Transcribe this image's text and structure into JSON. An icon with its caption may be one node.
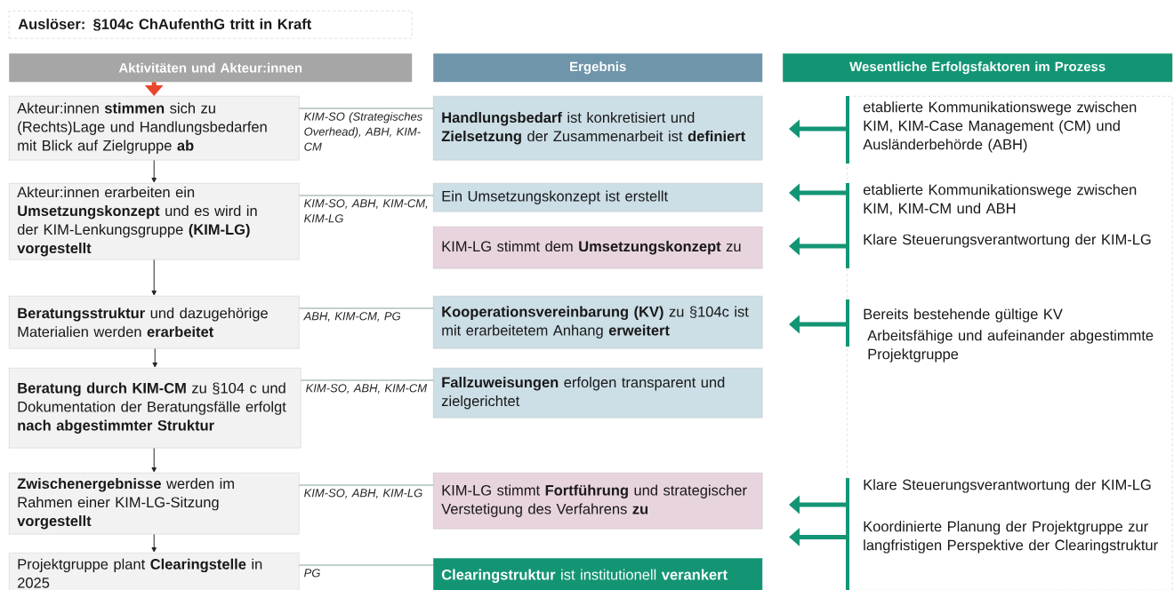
{
  "diagram": {
    "nodes": [
      {
        "text": [
          "Auslöser: §104c ChAufenthG tritt in Kraft"
        ]
      },
      {
        "text": [
          "Aktivitäten und Akteur:innen"
        ]
      },
      {
        "text": [
          "Ergebnis"
        ]
      },
      {
        "text": [
          "Wesentliche Erfolgsfaktoren im Prozess"
        ]
      },
      {
        "text": [
          "Akteur:innen **stimmen** sich zu (Rechts)Lage und Handlungsbedarfen mit Blick auf Zielgruppe **ab**"
        ]
      },
      {
        "text": [
          "Akteur:innen erarbeiten ein **Umsetzungskonzept** und es wird in der KIM-Lenkungsgruppe **(KIM-LG) vorgestellt**"
        ]
      },
      {
        "text": [
          "**Beratungsstruktur** und dazugehörige Materialien werden **erarbeitet**"
        ]
      },
      {
        "text": [
          "**Beratung durch KIM-CM** zu §104 c und Dokumentation der Beratungsfälle erfolgt **nach abgestimmter Struktur**"
        ]
      },
      {
        "text": [
          "**Zwischenergebnisse** werden im Rahmen einer KIM-LG-Sitzung **vorgestellt**"
        ]
      },
      {
        "text": [
          "Projektgruppe plant **Clearingstelle** in 2025"
        ]
      },
      {
        "text": [
          "**Handlungsbedarf** ist konkretisiert und **Zielsetzung** der Zusammenarbeit ist **definiert**"
        ]
      },
      {
        "text": [
          "Ein Umsetzungskonzept ist erstellt"
        ]
      },
      {
        "text": [
          "KIM-LG stimmt dem **Umsetzungskonzept** zu"
        ]
      },
      {
        "text": [
          "**Kooperationsvereinbarung (KV)** zu §104c ist mit erarbeitetem Anhang **erweitert**"
        ]
      },
      {
        "text": [
          "**Fallzuweisungen** erfolgen transparent und zielgerichtet"
        ]
      },
      {
        "text": [
          "KIM-LG stimmt **Fortführung** und strategischer Verstetigung des Verfahrens **zu**"
        ]
      },
      {
        "text": [
          "**Clearingstruktur** ist institutionell **verankert**"
        ]
      },
      {
        "text": [],
        "shape": "box"
      },
      {
        "text": [
          "etablierte Kommunikationswege zwischen KIM, KIM-Case Management (CM) und Ausländerbehörde (ABH)"
        ],
        "in": 17
      },
      {
        "text": [
          "etablierte Kommunikationswege zwischen KIM, KIM-CM und ABH"
        ],
        "in": 17
      },
      {
        "text": [
          "Klare Steuerungsverantwortung der KIM-LG"
        ],
        "in": 17
      },
      {
        "text": [
          "Bereits bestehende gültige KV"
        ],
        "in": 17
      },
      {
        "text": [
          "Arbeitsfähige und aufeinander abgestimmte Projektgruppe"
        ],
        "in": 17
      },
      {
        "text": [
          "Klare Steuerungsverantwortung der KIM-LG"
        ],
        "in": 17
      },
      {
        "text": [
          "Koordinierte Planung der Projektgruppe zur langfristigen Perspektive der Clearingstruktur"
        ],
        "in": 17
      }
    ],
    "edges": [
      {
        "from": 1,
        "to": 4,
        "arrow": "to",
        "style": "thick",
        "color": "#e8472e"
      },
      {
        "from": 4,
        "to": 5,
        "arrow": "to",
        "color": "#262626"
      },
      {
        "from": 5,
        "to": 6,
        "arrow": "to",
        "color": "#262626"
      },
      {
        "from": 6,
        "to": 7,
        "arrow": "to",
        "color": "#262626"
      },
      {
        "from": 7,
        "to": 8,
        "arrow": "to",
        "color": "#262626"
      },
      {
        "from": 8,
        "to": 9,
        "arrow": "to",
        "color": "#262626"
      },
      {
        "from": 4,
        "to": 10,
        "arrow": "none",
        "label": "KIM-SO (Strategisches Overhead), ABH, KIM-CM",
        "color": "#7fa39a"
      },
      {
        "from": 5,
        "to": 11,
        "arrow": "none",
        "label": "KIM-SO, ABH, KIM-CM, KIM-LG",
        "color": "#7fa39a"
      },
      {
        "from": 6,
        "to": 13,
        "arrow": "none",
        "label": "ABH, KIM-CM, PG",
        "color": "#7fa39a"
      },
      {
        "from": 7,
        "to": 14,
        "arrow": "none",
        "label": "KIM-SO, ABH, KIM-CM",
        "color": "#7fa39a"
      },
      {
        "from": 8,
        "to": 15,
        "arrow": "none",
        "label": "KIM-SO, ABH, KIM-LG",
        "color": "#7fa39a"
      },
      {
        "from": 9,
        "to": 16,
        "arrow": "none",
        "label": "PG",
        "color": "#7fa39a"
      },
      {
        "from": 18,
        "to": null,
        "arrow": "to",
        "style": "thick",
        "color": "#139574"
      },
      {
        "from": 19,
        "to": null,
        "arrow": "to",
        "style": "thick",
        "color": "#139574"
      },
      {
        "from": 20,
        "to": null,
        "arrow": "to",
        "style": "thick",
        "color": "#139574"
      },
      {
        "from": 21,
        "to": null,
        "arrow": "to",
        "style": "thick",
        "color": "#139574"
      },
      {
        "from": 23,
        "to": null,
        "arrow": "to",
        "style": "thick",
        "color": "#139574"
      },
      {
        "from": 24,
        "to": null,
        "arrow": "to",
        "style": "thick",
        "color": "#139574"
      }
    ]
  }
}
